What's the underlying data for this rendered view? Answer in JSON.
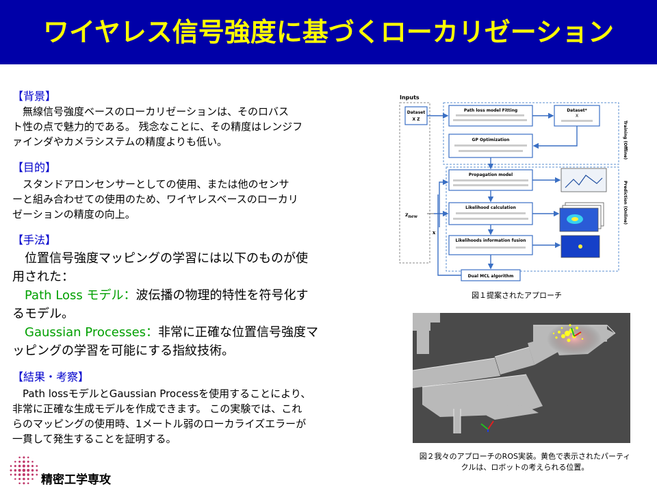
{
  "title": "ワイヤレス信号強度に基づくローカリゼーション",
  "sections": {
    "background": {
      "heading": "【背景】",
      "lines": [
        "　無線信号強度ベースのローカリゼーションは、そのロバス",
        "ト性の点で魅力的である。 残念なことに、その精度はレンジフ",
        "ァインダやカメラシステムの精度よりも低い。"
      ]
    },
    "purpose": {
      "heading": "【目的】",
      "lines": [
        "　スタンドアロンセンサーとしての使用、または他のセンサ",
        "ーと組み合わせての使用のため、ワイヤレスベースのローカリ",
        "ゼーションの精度の向上。"
      ]
    },
    "method": {
      "heading": "【手法】",
      "intro_lines": [
        "　位置信号強度マッピングの学習には以下のものが使",
        "用された："
      ],
      "item1_term": "Path Loss モデル：",
      "item1_rest": "波伝播の物理的特性を符号化す",
      "item1_cont": "るモデル。",
      "item2_term": "Gaussian Processes：",
      "item2_rest": "非常に正確な位置信号強度マ",
      "item2_cont": "ッピングの学習を可能にする指紋技術。"
    },
    "results": {
      "heading": "【結果・考察】",
      "lines": [
        "　Path lossモデルとGaussian Processを使用することにより、",
        "非常に正確な生成モデルを作成できます。 この実験では、これ",
        "らのマッピングの使用時、1メートル弱のローカライズエラーが",
        "一貫して発生することを証明する。"
      ]
    }
  },
  "figure1": {
    "inputs_label": "Inputs",
    "dataset_label": "Dataset",
    "dataset_vars": "X Z",
    "path_loss_label": "Path loss model Fitting",
    "dataset_star_label": "Dataset*",
    "dataset_star_x": "X",
    "gp_label": "GP Optimization",
    "propagation_label": "Propagation model",
    "likelihood_label": "Likelihood calculation",
    "fusion_label": "Likelihoods information fusion",
    "dual_mcl_label": "Dual MCL algorithm",
    "training_label": "Training (Offline)",
    "prediction_label": "Prediction (Online)",
    "z_new": "z",
    "z_new_sub": "new",
    "x_star": "x",
    "caption": "図１提案されたアプローチ"
  },
  "figure2": {
    "caption_line1": "図２我々のアプローチのROS実装。黄色で表示されたパーティ",
    "caption_line2": "クルは、ロボットの考えられる位置。"
  },
  "logo": {
    "text": "精密工学専攻",
    "color": "#c0396b"
  },
  "colors": {
    "title_bg": "#0000a8",
    "title_text": "#ffff00",
    "heading": "#0000cc",
    "term": "#00a000",
    "diagram_blue": "#3a6fc4"
  }
}
